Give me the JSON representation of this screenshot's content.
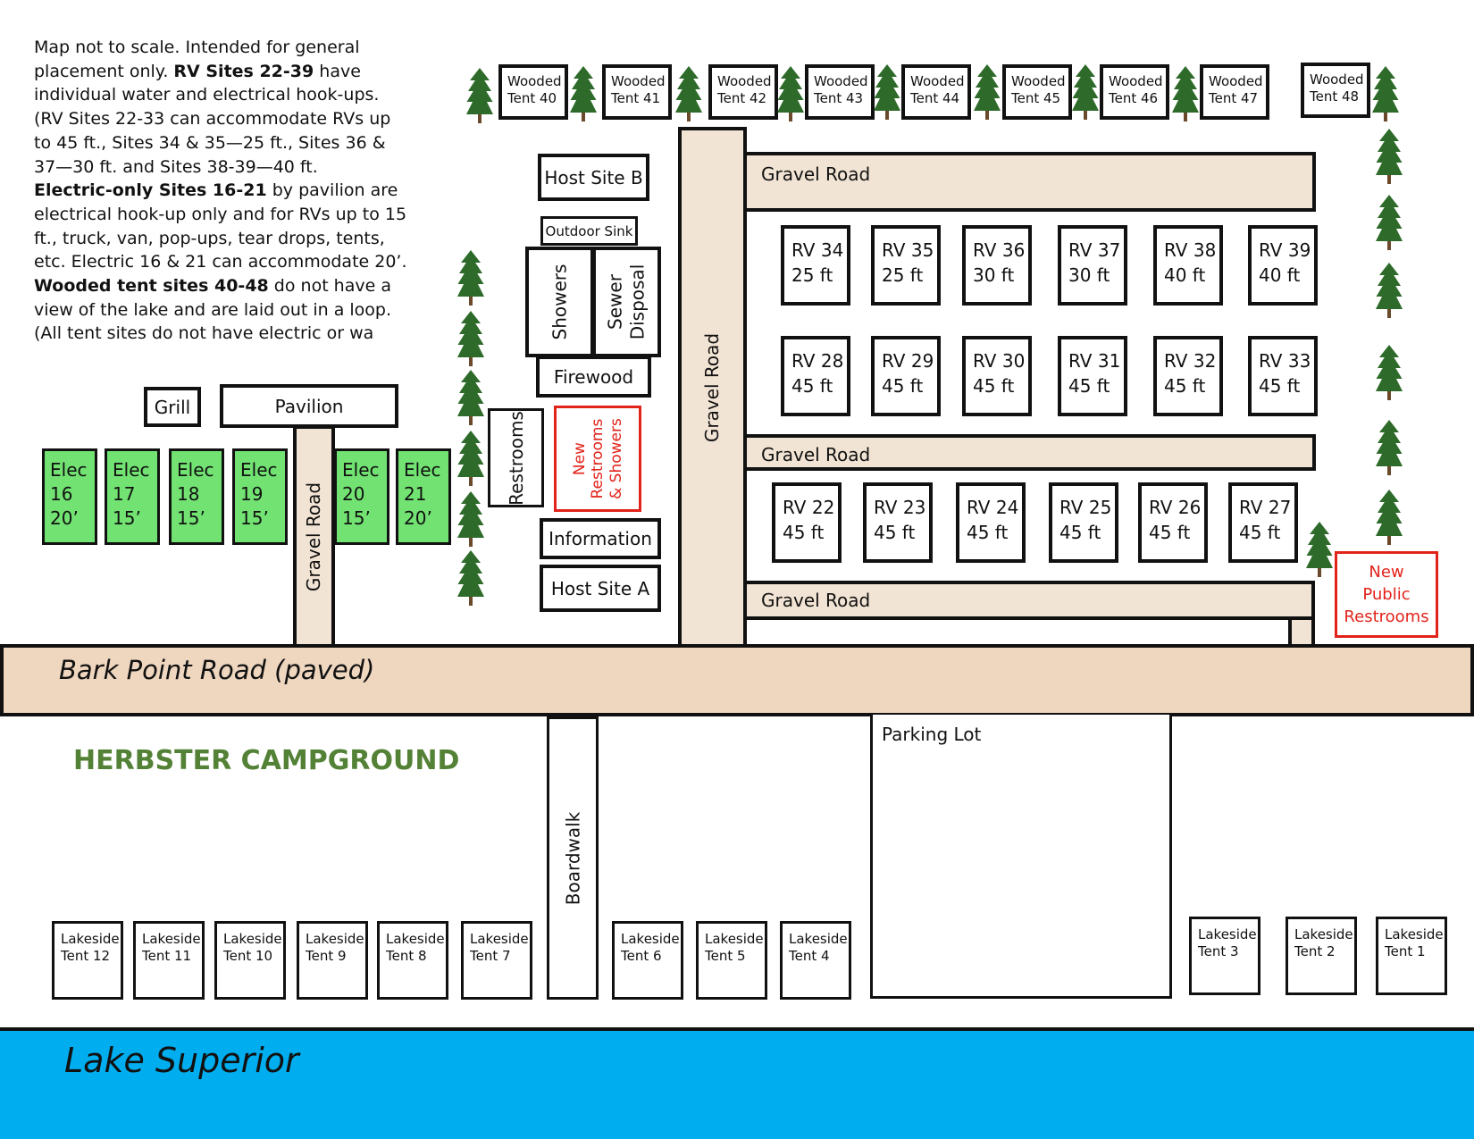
{
  "colors": {
    "road_fill": "#f2e4d4",
    "paved_fill": "#efd6bf",
    "elec_fill": "#72e372",
    "lake_fill": "#00aeef",
    "new_red": "#e2231a",
    "title_green": "#538135",
    "tree_green": "#2e6b2a"
  },
  "map": {
    "title": "HERBSTER CAMPGROUND",
    "note": [
      {
        "text": "Map not to scale. Intended for general placement only. ",
        "bold": false
      },
      {
        "text": "RV Sites 22-39",
        "bold": true
      },
      {
        "text": " have individual water and electrical hook-ups. (RV Sites 22-33 can accommodate RVs up to 45 ft., Sites 34 & 35—25 ft., Sites 36 & 37—30 ft. and Sites 38-39—40 ft.",
        "bold": false
      },
      {
        "text": "Electric-only Sites 16-21",
        "bold": true,
        "break_before": true
      },
      {
        "text": " by pavilion are electrical hook-up only and for RVs up to 15 ft., truck, van, pop-ups, tear drops, tents, etc. Electric 16 & 21 can accommodate 20’.",
        "bold": false
      },
      {
        "text": "Wooded tent sites 40-48",
        "bold": true,
        "break_before": true
      },
      {
        "text": " do not have a view of the lake and are laid out in a loop. (All tent sites do not have electric or wa",
        "bold": false
      }
    ],
    "roads": {
      "paved": "Bark Point Road (paved)",
      "gravel": "Gravel Road",
      "boardwalk": "Boardwalk",
      "lake": "Lake Superior"
    },
    "facilities": {
      "host_b": "Host Site B",
      "outdoor_sink": "Outdoor Sink",
      "showers": "Showers",
      "sewer": [
        "Sewer",
        "Disposal"
      ],
      "firewood": "Firewood",
      "restrooms": "Restrooms",
      "new_restrooms": [
        "New",
        "Restrooms",
        "& Showers"
      ],
      "information": "Information",
      "host_a": "Host Site A",
      "grill": "Grill",
      "pavilion": "Pavilion",
      "parking": "Parking Lot",
      "new_public": [
        "New",
        "Public",
        "Restrooms"
      ]
    },
    "wooded_sites": [
      {
        "l1": "Wooded",
        "l2": "Tent 40"
      },
      {
        "l1": "Wooded",
        "l2": "Tent 41"
      },
      {
        "l1": "Wooded",
        "l2": "Tent 42"
      },
      {
        "l1": "Wooded",
        "l2": "Tent 43"
      },
      {
        "l1": "Wooded",
        "l2": "Tent 44"
      },
      {
        "l1": "Wooded",
        "l2": "Tent 45"
      },
      {
        "l1": "Wooded",
        "l2": "Tent 46"
      },
      {
        "l1": "Wooded",
        "l2": "Tent 47"
      },
      {
        "l1": "Wooded",
        "l2": "Tent 48"
      }
    ],
    "rv_sites": [
      {
        "l1": "RV 34",
        "l2": "25 ft"
      },
      {
        "l1": "RV 35",
        "l2": "25 ft"
      },
      {
        "l1": "RV 36",
        "l2": "30 ft"
      },
      {
        "l1": "RV 37",
        "l2": "30 ft"
      },
      {
        "l1": "RV 38",
        "l2": "40 ft"
      },
      {
        "l1": "RV 39",
        "l2": "40 ft"
      },
      {
        "l1": "RV 28",
        "l2": "45 ft"
      },
      {
        "l1": "RV 29",
        "l2": "45 ft"
      },
      {
        "l1": "RV 30",
        "l2": "45 ft"
      },
      {
        "l1": "RV 31",
        "l2": "45 ft"
      },
      {
        "l1": "RV 32",
        "l2": "45 ft"
      },
      {
        "l1": "RV 33",
        "l2": "45 ft"
      },
      {
        "l1": "RV 22",
        "l2": "45 ft"
      },
      {
        "l1": "RV 23",
        "l2": "45 ft"
      },
      {
        "l1": "RV 24",
        "l2": "45 ft"
      },
      {
        "l1": "RV 25",
        "l2": "45 ft"
      },
      {
        "l1": "RV 26",
        "l2": "45 ft"
      },
      {
        "l1": "RV 27",
        "l2": "45 ft"
      }
    ],
    "elec_sites": [
      {
        "l1": "Elec",
        "l2": "16",
        "l3": "20’"
      },
      {
        "l1": "Elec",
        "l2": "17",
        "l3": "15’"
      },
      {
        "l1": "Elec",
        "l2": "18",
        "l3": "15’"
      },
      {
        "l1": "Elec",
        "l2": "19",
        "l3": "15’"
      },
      {
        "l1": "Elec",
        "l2": "20",
        "l3": "15’"
      },
      {
        "l1": "Elec",
        "l2": "21",
        "l3": "20’"
      }
    ],
    "lakeside_sites": [
      {
        "l1": "Lakeside",
        "l2": "Tent 12"
      },
      {
        "l1": "Lakeside",
        "l2": "Tent 11"
      },
      {
        "l1": "Lakeside",
        "l2": "Tent 10"
      },
      {
        "l1": "Lakeside",
        "l2": "Tent 9"
      },
      {
        "l1": "Lakeside",
        "l2": "Tent 8"
      },
      {
        "l1": "Lakeside",
        "l2": "Tent 7"
      },
      {
        "l1": "Lakeside",
        "l2": "Tent 6"
      },
      {
        "l1": "Lakeside",
        "l2": "Tent 5"
      },
      {
        "l1": "Lakeside",
        "l2": "Tent 4"
      },
      {
        "l1": "Lakeside",
        "l2": "Tent 3"
      },
      {
        "l1": "Lakeside",
        "l2": "Tent 2"
      },
      {
        "l1": "Lakeside",
        "l2": "Tent 1"
      }
    ],
    "tree_icon": "pine-tree-icon"
  }
}
